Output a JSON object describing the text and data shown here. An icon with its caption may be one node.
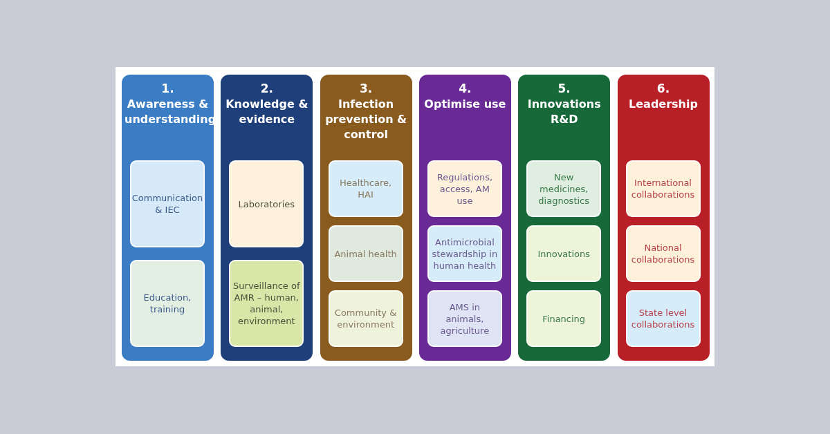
{
  "diagram": {
    "nodes": [
      {
        "text": [
          "1.",
          "Awareness & understanding"
        ]
      },
      {
        "text": [
          "Communication & IEC"
        ],
        "in": 0
      },
      {
        "text": [
          "Education, training"
        ],
        "in": 0
      },
      {
        "text": [
          "2.",
          "Knowledge & evidence"
        ]
      },
      {
        "text": [
          "Laboratories"
        ],
        "in": 3
      },
      {
        "text": [
          "Surveillance of AMR – human, animal, environment"
        ],
        "in": 3
      },
      {
        "text": [
          "3.",
          "Infection prevention & control"
        ]
      },
      {
        "text": [
          "Healthcare, HAI"
        ],
        "in": 6
      },
      {
        "text": [
          "Animal health"
        ],
        "in": 6
      },
      {
        "text": [
          "Community & environment"
        ],
        "in": 6
      },
      {
        "text": [
          "4.",
          "Optimise use"
        ]
      },
      {
        "text": [
          "Regulations, access, AM use"
        ],
        "in": 10
      },
      {
        "text": [
          "Antimicrobial stewardship in human health"
        ],
        "in": 10
      },
      {
        "text": [
          "AMS in animals, agriculture"
        ],
        "in": 10
      },
      {
        "text": [
          "5.",
          "Innovations R&D"
        ]
      },
      {
        "text": [
          "New medicines, diagnostics"
        ],
        "in": 14
      },
      {
        "text": [
          "Innovations"
        ],
        "in": 14
      },
      {
        "text": [
          "Financing"
        ],
        "in": 14
      },
      {
        "text": [
          "6.",
          "Leadership"
        ]
      },
      {
        "text": [
          "International collaborations"
        ],
        "in": 18
      },
      {
        "text": [
          "National collaborations"
        ],
        "in": 18
      },
      {
        "text": [
          "State level collaborations"
        ],
        "in": 18
      }
    ]
  }
}
